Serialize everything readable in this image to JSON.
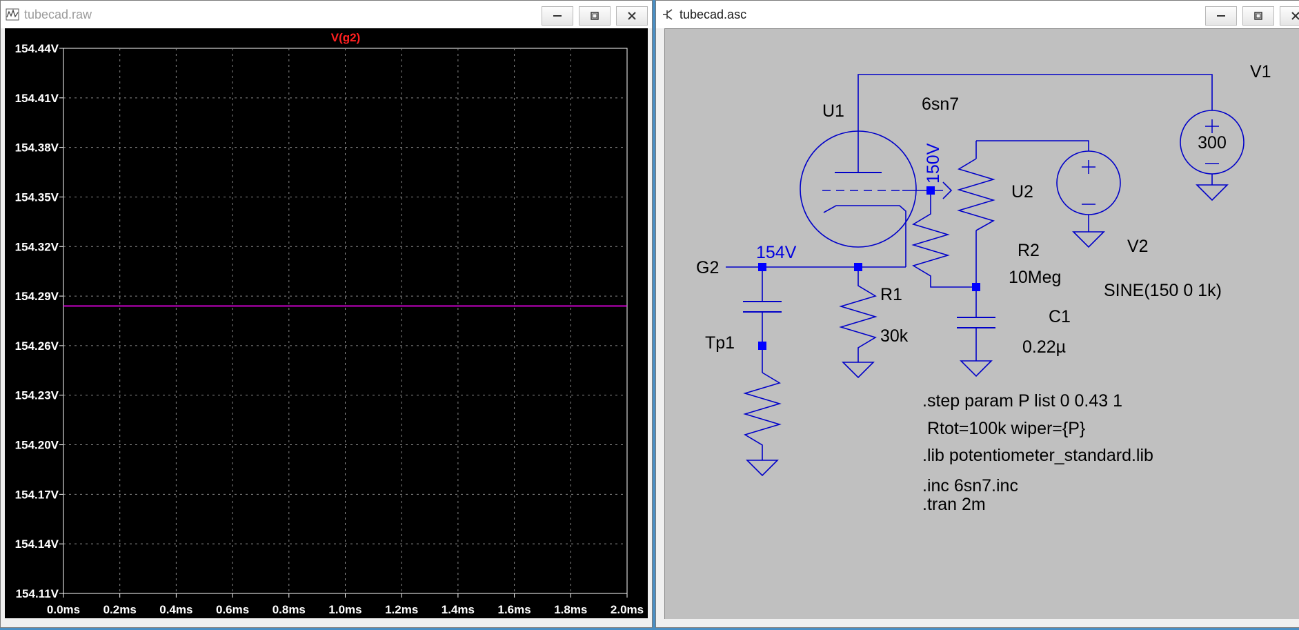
{
  "waveform_window": {
    "title": "tubecad.raw",
    "icon": "waveform-icon",
    "trace_label": "V(g2)",
    "trace_color": "#ff00ff",
    "label_color": "#ff2020",
    "controls": [
      "minimize-icon",
      "maximize-icon",
      "close-icon"
    ]
  },
  "chart_data": {
    "type": "line",
    "title": "V(g2)",
    "xlabel": "",
    "ylabel": "",
    "xlim": [
      0,
      2.0
    ],
    "ylim": [
      154.11,
      154.44
    ],
    "x_ticks": [
      "0.0ms",
      "0.2ms",
      "0.4ms",
      "0.6ms",
      "0.8ms",
      "1.0ms",
      "1.2ms",
      "1.4ms",
      "1.6ms",
      "1.8ms",
      "2.0ms"
    ],
    "y_ticks": [
      "154.44V",
      "154.41V",
      "154.38V",
      "154.35V",
      "154.32V",
      "154.29V",
      "154.26V",
      "154.23V",
      "154.20V",
      "154.17V",
      "154.14V",
      "154.11V"
    ],
    "grid": true,
    "series": [
      {
        "name": "V(g2)",
        "x": [
          0,
          2.0
        ],
        "y": [
          154.284,
          154.284
        ]
      }
    ]
  },
  "schematic_window": {
    "title": "tubecad.asc",
    "icon": "schematic-icon",
    "controls": [
      "minimize-icon",
      "maximize-icon",
      "close-icon"
    ],
    "wire_color": "#0000c8",
    "labels": {
      "u1": "U1",
      "u1_model": "6sn7",
      "u2": "U2",
      "v1": "V1",
      "v1_value": "300",
      "v2": "V2",
      "v2_value": "SINE(150 0 1k)",
      "r1": "R1",
      "r1_value": "30k",
      "r2": "R2",
      "r2_value": "10Meg",
      "c1": "C1",
      "c1_value": "0.22µ",
      "g2": "G2",
      "tp1": "Tp1",
      "node_154": "154V",
      "node_150": "150V"
    },
    "directives": [
      ".step param P list 0 0.43 1",
      " Rtot=100k wiper={P}",
      ".lib potentiometer_standard.lib",
      ".inc 6sn7.inc",
      ".tran 2m"
    ]
  }
}
